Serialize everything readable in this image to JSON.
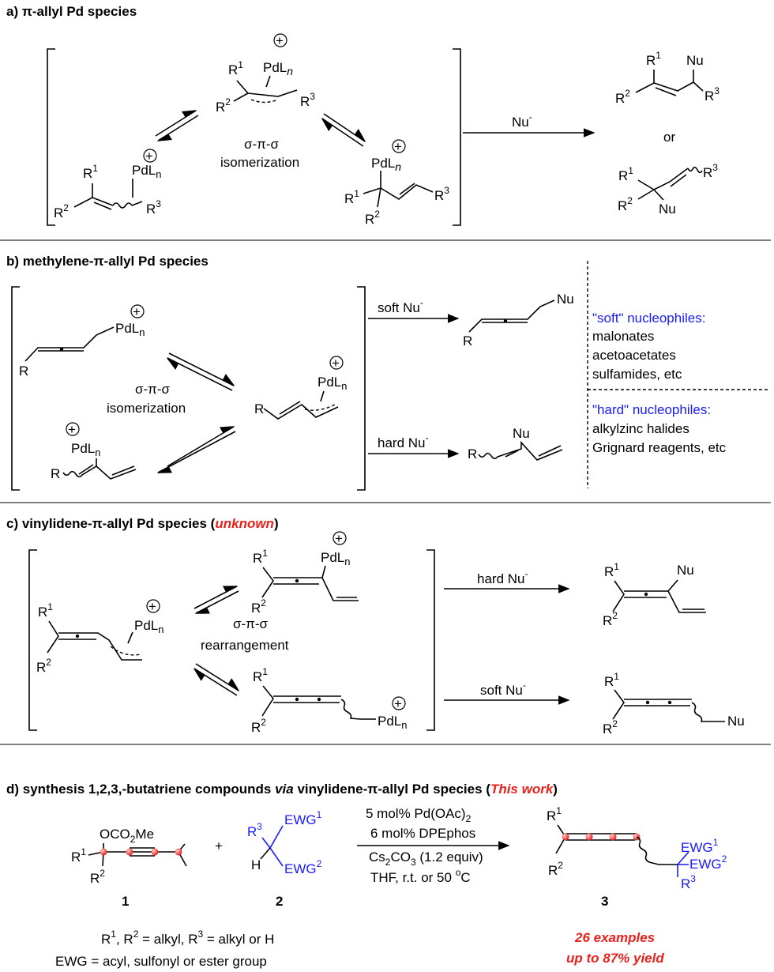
{
  "sections": {
    "a": {
      "title": "a) π-allyl Pd species"
    },
    "b": {
      "title": "b) methylene-π-allyl Pd species"
    },
    "c": {
      "title_main": "c) vinylidene-π-allyl Pd species (",
      "title_red": "unknown",
      "title_end": ")"
    },
    "d": {
      "title_main": "d) synthesis 1,2,3,-butatriene compounds ",
      "title_via": "via",
      "title_mid": " vinylidene-π-allyl Pd species (",
      "title_red": "This work",
      "title_end": ")"
    }
  },
  "labels": {
    "R1": "R",
    "R2": "R",
    "R3": "R",
    "R": "R",
    "sup1": "1",
    "sup2": "2",
    "sup3": "3",
    "PdLn": "PdL",
    "n": "n",
    "plus": "+",
    "Nu": "Nu",
    "or": "or",
    "sps": "σ-π-σ",
    "isom": "isomerization",
    "rearr": "rearrangement",
    "NuMinus": "Nu",
    "softNu": "soft Nu",
    "hardNu": "hard Nu",
    "minus": "-",
    "soft_head": "\"soft\" nucleophiles:",
    "soft_1": "malonates",
    "soft_2": "acetoacetates",
    "soft_3": "sulfamides, etc",
    "hard_head": "\"hard\" nucleophiles:",
    "hard_1": "alkylzinc halides",
    "hard_2": "Grignard reagents, etc",
    "OCO2Me_a": "OCO",
    "OCO2Me_b": "2",
    "OCO2Me_c": "Me",
    "EWG": "EWG",
    "H": "H",
    "cond1": "5 mol% Pd(OAc)",
    "cond1_sub": "2",
    "cond2": "6 mol% DPEphos",
    "cond3_a": "Cs",
    "cond3_b": "2",
    "cond3_c": "CO",
    "cond3_d": "3",
    "cond3_e": " (1.2 equiv)",
    "cond4_a": "THF, r.t. or 50 ",
    "cond4_b": "o",
    "cond4_c": "C",
    "num1": "1",
    "num2": "2",
    "num3": "3",
    "note1_a": "R",
    "note1_b": "1",
    "note1_c": ", R",
    "note1_d": "2",
    "note1_e": " = alkyl, R",
    "note1_f": "3",
    "note1_g": " = alkyl or H",
    "note2": "EWG = acyl, sulfonyl or ester group",
    "examples": "26 examples",
    "yield": "up to 87% yield"
  },
  "colors": {
    "blue": "#1a1aff",
    "red": "#e8211c",
    "atom": "#ee3b3b"
  }
}
